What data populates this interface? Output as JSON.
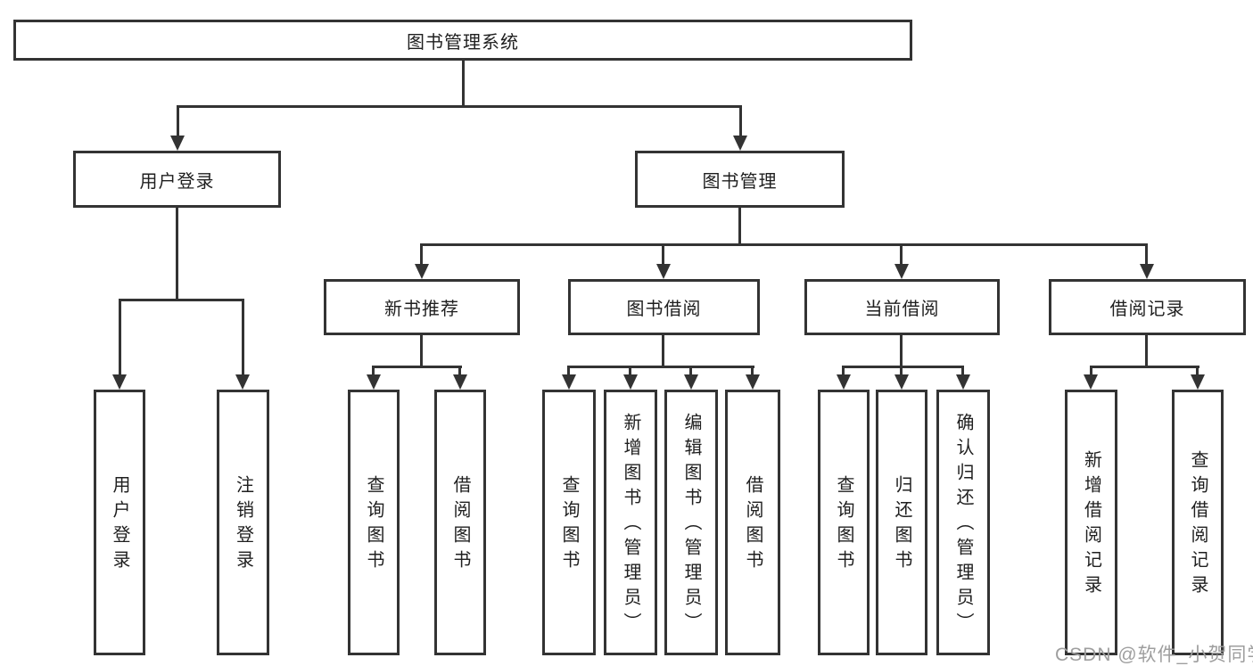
{
  "diagram": {
    "title": "图书管理系统",
    "tree": {
      "label": "图书管理系统",
      "children": [
        {
          "label": "用户登录",
          "children": [
            {
              "label": "用户登录"
            },
            {
              "label": "注销登录"
            }
          ]
        },
        {
          "label": "图书管理",
          "children": [
            {
              "label": "新书推荐",
              "children": [
                {
                  "label": "查询图书"
                },
                {
                  "label": "借阅图书"
                }
              ]
            },
            {
              "label": "图书借阅",
              "children": [
                {
                  "label": "查询图书"
                },
                {
                  "label": "新增图书（管理员）"
                },
                {
                  "label": "编辑图书（管理员）"
                },
                {
                  "label": "借阅图书"
                }
              ]
            },
            {
              "label": "当前借阅",
              "children": [
                {
                  "label": "查询图书"
                },
                {
                  "label": "归还图书"
                },
                {
                  "label": "确认归还（管理员）"
                }
              ]
            },
            {
              "label": "借阅记录",
              "children": [
                {
                  "label": "新增借阅记录"
                },
                {
                  "label": "查询借阅记录"
                }
              ]
            }
          ]
        }
      ]
    }
  },
  "watermark": {
    "text": "CSDN @软件_小贺同学"
  },
  "colors": {
    "line": "#333333",
    "text": "#1f1f1f",
    "watermark": "#9e9e9e",
    "background": "#ffffff"
  }
}
